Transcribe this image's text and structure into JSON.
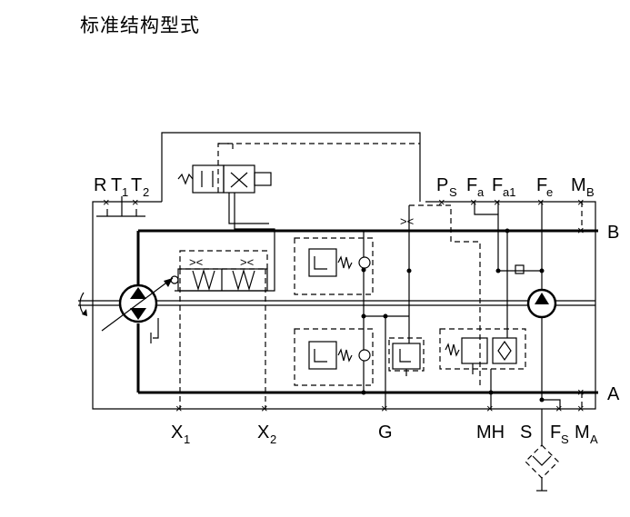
{
  "title": "标准结构型式",
  "ports": {
    "R": "R",
    "T1": "T",
    "T1_sub": "1",
    "T2": "T",
    "T2_sub": "2",
    "PS": "P",
    "PS_sub": "S",
    "Fa": "F",
    "Fa_sub": "a",
    "Fa1": "F",
    "Fa1_sub": "a1",
    "Fe": "F",
    "Fe_sub": "e",
    "MB": "M",
    "MB_sub": "B",
    "B": "B",
    "A": "A",
    "X1": "X",
    "X1_sub": "1",
    "X2": "X",
    "X2_sub": "2",
    "G": "G",
    "MH": "MH",
    "S": "S",
    "FS": "F",
    "FS_sub": "S",
    "MA": "M",
    "MA_sub": "A"
  }
}
